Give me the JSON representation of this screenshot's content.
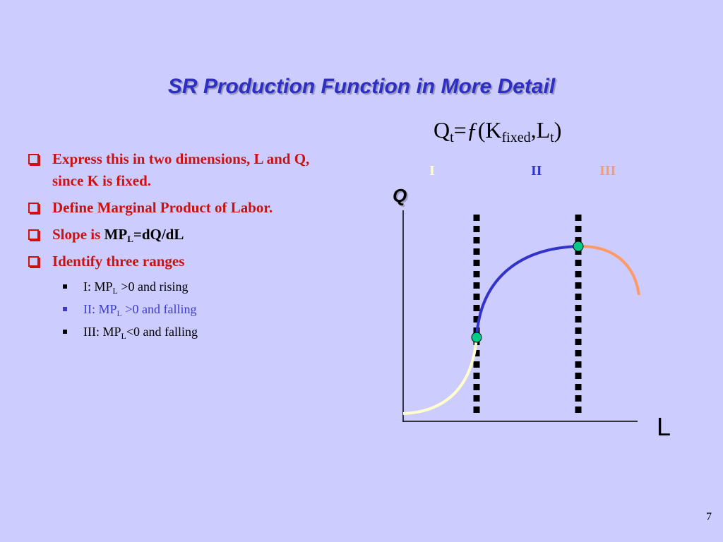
{
  "title": "SR Production Function in More Detail",
  "formula": {
    "q": "Q",
    "q_sub": "t",
    "eq": "=",
    "f": "ƒ",
    "open": "(K",
    "k_sub": "fixed",
    "comma": ",L",
    "l_sub": "t",
    "close": ")"
  },
  "bullets": [
    {
      "text": "Express this in two dimensions, L and Q, since K is fixed."
    },
    {
      "text": "Define Marginal Product of Labor."
    },
    {
      "prefix": "Slope is ",
      "mp": "MP",
      "mp_sub": "L",
      "expr": "=dQ/dL"
    },
    {
      "text": "Identify three ranges"
    }
  ],
  "sub_bullets": [
    {
      "prefix": "I:  MP",
      "sub": "L",
      "suffix": " >0 and rising"
    },
    {
      "prefix": "II: MP",
      "sub": "L",
      "suffix": " >0 and falling"
    },
    {
      "prefix": "III: MP",
      "sub": "L",
      "suffix": "<0 and falling"
    }
  ],
  "graph": {
    "ranges": [
      {
        "label": "I",
        "color": "#ffffcc"
      },
      {
        "label": "II",
        "color": "#3333cc"
      },
      {
        "label": "III",
        "color": "#ff9966"
      }
    ],
    "y_axis_label": "Q",
    "x_axis_label": "L",
    "colors": {
      "range_I_curve": "#ffffcc",
      "range_II_curve": "#3333cc",
      "range_III_curve": "#ff9966",
      "marker": "#00cc88",
      "title": "#2e2ec2",
      "bullet": "#cc1111"
    }
  },
  "slide_number": "7"
}
